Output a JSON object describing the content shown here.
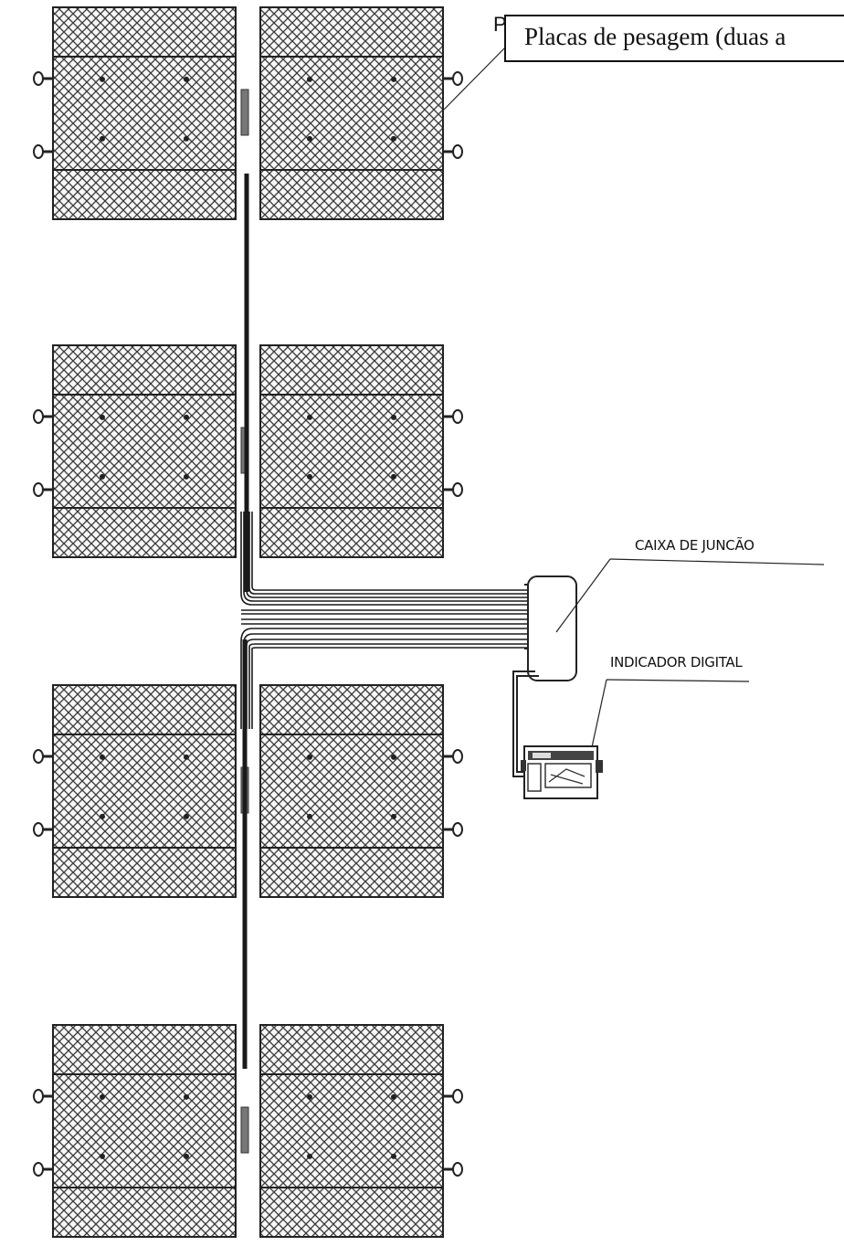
{
  "labels": {
    "stray_letter": "P",
    "plates_callout": "Placas de pesagem (duas a",
    "junction_box": "CAIXA DE JUNCÃO",
    "digital_indicator": "INDICADOR DIGITAL"
  },
  "colors": {
    "line": "#111111",
    "plate_fill": "#f4f4f4",
    "cable": "#1a1a1a"
  }
}
